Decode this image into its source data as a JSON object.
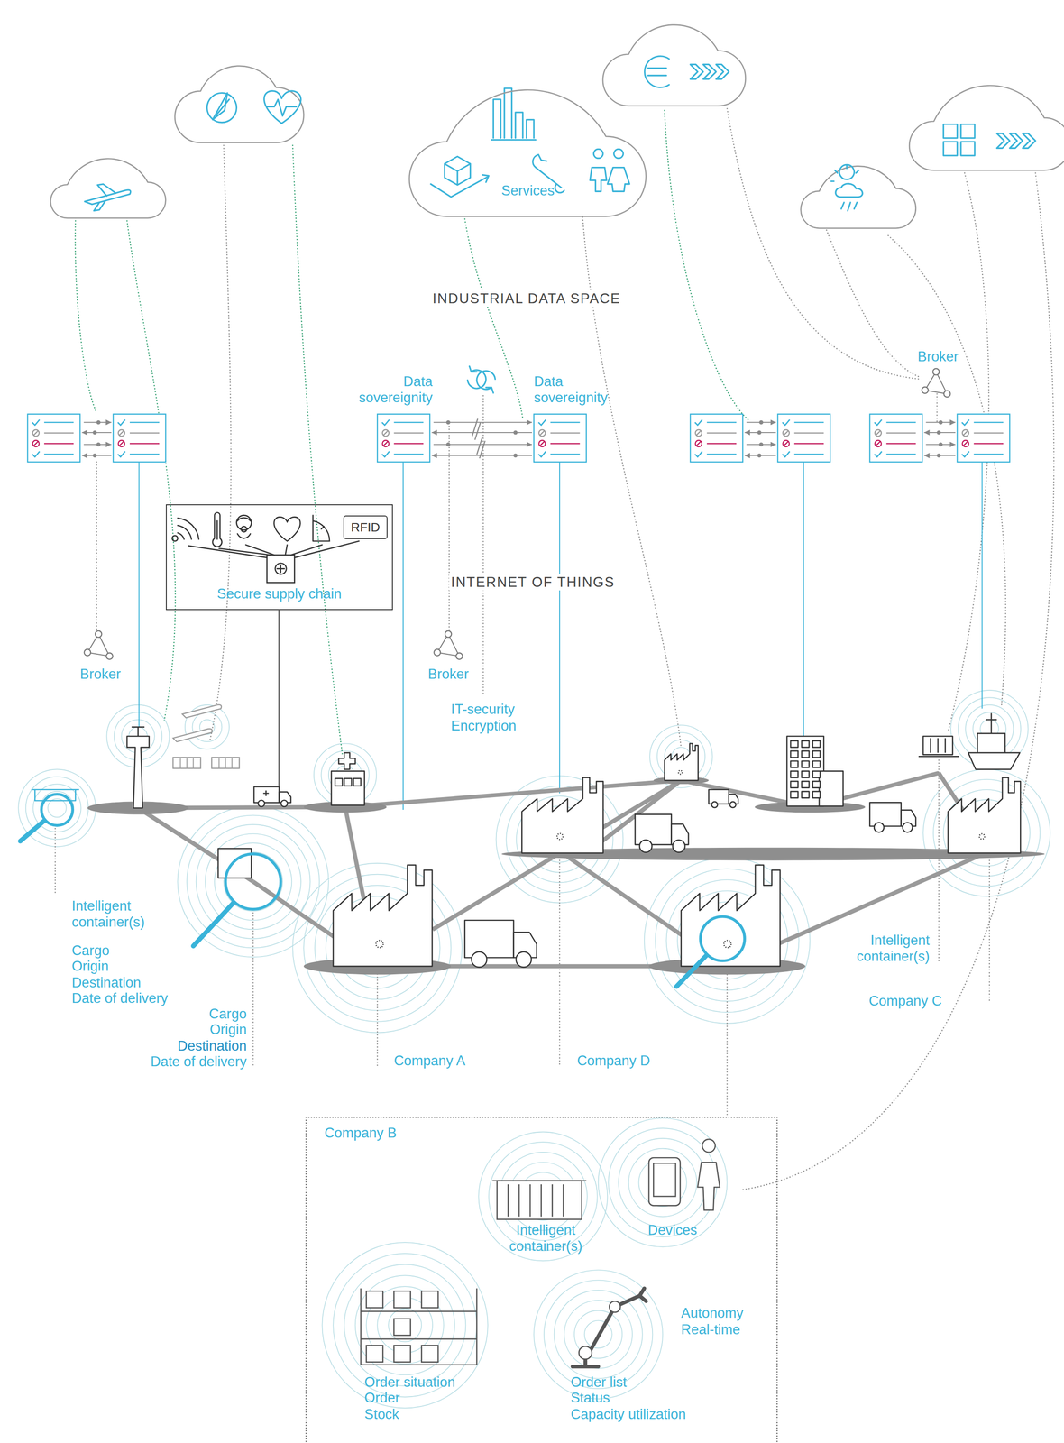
{
  "diagram": {
    "nodes": [
      {
        "text": [
          "Services"
        ]
      },
      {
        "text": [
          "Secure supply chain"
        ]
      },
      {
        "text": [
          "RFID"
        ],
        "in": 1
      },
      {
        "text": [
          "Company B"
        ]
      }
    ],
    "labels": [
      "INDUSTRIAL DATA SPACE",
      "Data sovereignity",
      "Data sovereignity",
      "Broker",
      "INTERNET OF THINGS",
      "Broker",
      "Broker",
      "IT-security",
      "Encryption",
      "Intelligent container(s)",
      "Cargo",
      "Origin",
      "Destination",
      "Date of delivery",
      "Cargo",
      "Origin",
      "Destination",
      "Date of delivery",
      "Company A",
      "Company D",
      "Intelligent container(s)",
      "Company C",
      "Intelligent container(s)",
      "Devices",
      "Autonomy",
      "Real-time",
      "Order situation",
      "Order",
      "Stock",
      "Order list",
      "Status",
      "Capacity utilization"
    ]
  }
}
